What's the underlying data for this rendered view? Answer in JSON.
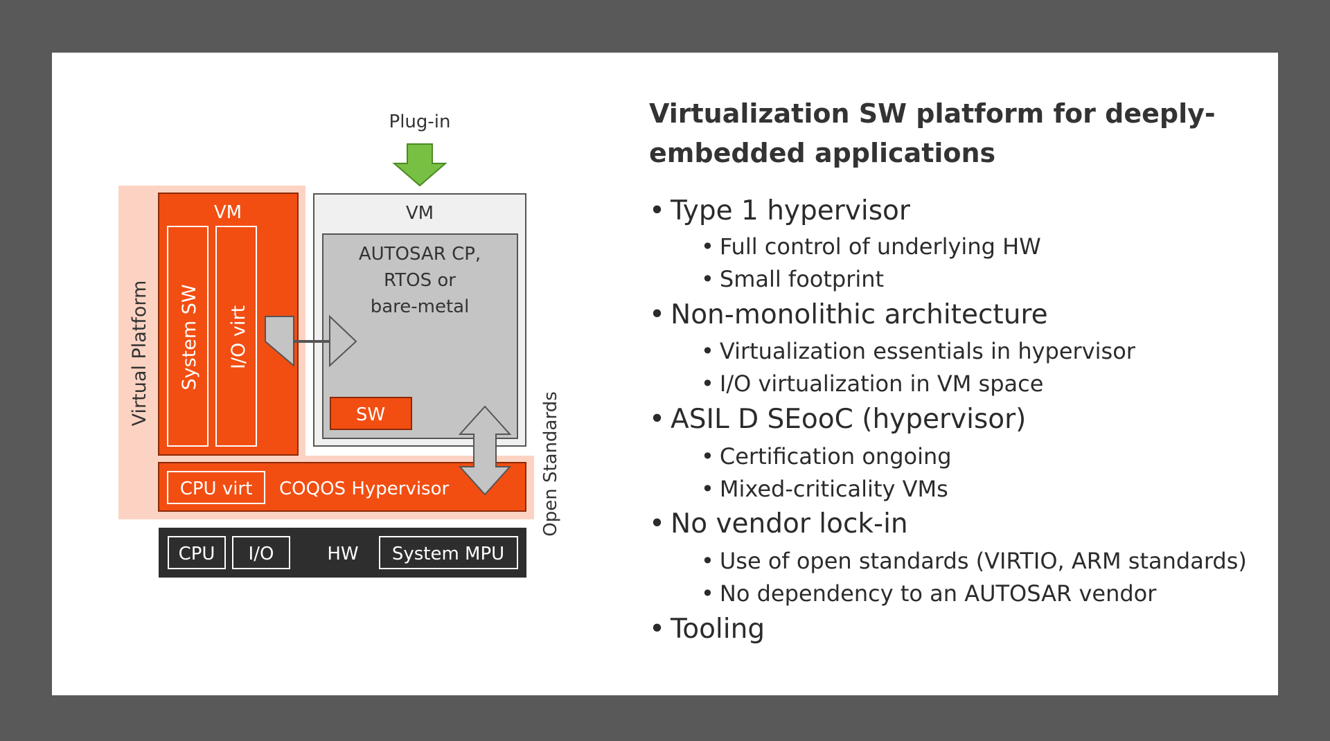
{
  "diagram": {
    "plugin_label": "Plug-in",
    "virtual_platform_label": "Virtual Platform",
    "vm_left_label": "VM",
    "system_sw_label": "System SW",
    "io_virt_label": "I/O virt",
    "vm_right_label": "VM",
    "autosar_lines": [
      "AUTOSAR CP,",
      "RTOS or",
      "bare-metal"
    ],
    "sw_label": "SW",
    "cpu_virt_label": "CPU virt",
    "hypervisor_label": "COQOS Hypervisor",
    "open_standards_label": "Open Standards",
    "hw_row": {
      "cpu_label": "CPU",
      "io_label": "I/O",
      "hw_label": "HW",
      "mpu_label": "System MPU"
    },
    "colors": {
      "orange": "#f24e12",
      "light_orange": "#fcd3c2",
      "gray_box": "#c4c4c4",
      "light_gray_box": "#f0f0f0",
      "dark_hw": "#2e2e2e",
      "green_arrow": "#77c043"
    }
  },
  "content": {
    "title_line1": "Virtualization SW platform for deeply-",
    "title_line2": "embedded applications",
    "bullet_char": "•",
    "bullets": [
      {
        "text": "Type 1 hypervisor",
        "sub": [
          "Full control of underlying HW",
          "Small footprint"
        ]
      },
      {
        "text": "Non-monolithic architecture",
        "sub": [
          "Virtualization essentials in hypervisor",
          "I/O virtualization in VM space"
        ]
      },
      {
        "text": "ASIL D SEooC (hypervisor)",
        "sub": [
          "Certification ongoing",
          "Mixed-criticality VMs"
        ]
      },
      {
        "text": "No vendor lock-in",
        "sub": [
          "Use of open standards (VIRTIO, ARM standards)",
          "No dependency to an AUTOSAR vendor"
        ]
      },
      {
        "text": "Tooling",
        "sub": []
      }
    ]
  }
}
